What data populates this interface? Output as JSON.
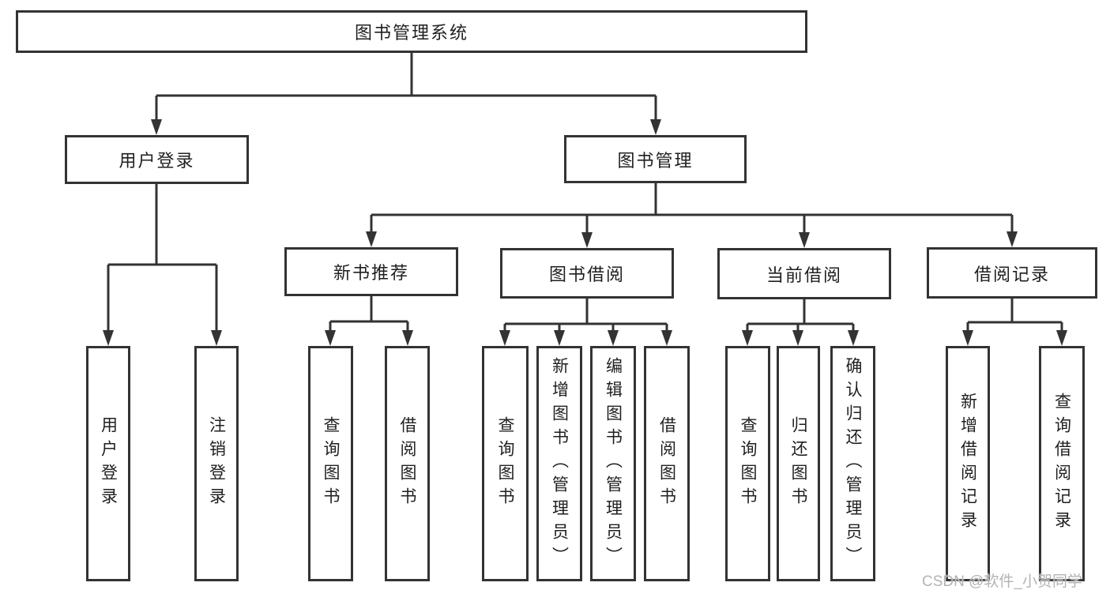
{
  "diagram": {
    "root": {
      "label": "图书管理系统"
    },
    "level1": [
      {
        "label": "用户登录"
      },
      {
        "label": "图书管理"
      }
    ],
    "level2": [
      {
        "label": "新书推荐"
      },
      {
        "label": "图书借阅"
      },
      {
        "label": "当前借阅"
      },
      {
        "label": "借阅记录"
      }
    ],
    "leaves": [
      {
        "label": "用户登录",
        "parent": "用户登录"
      },
      {
        "label": "注销登录",
        "parent": "用户登录"
      },
      {
        "label": "查询图书",
        "parent": "新书推荐"
      },
      {
        "label": "借阅图书",
        "parent": "新书推荐"
      },
      {
        "label": "查询图书",
        "parent": "图书借阅"
      },
      {
        "label": "新增图书（管理员）",
        "parent": "图书借阅"
      },
      {
        "label": "编辑图书（管理员）",
        "parent": "图书借阅"
      },
      {
        "label": "借阅图书",
        "parent": "图书借阅"
      },
      {
        "label": "查询图书",
        "parent": "当前借阅"
      },
      {
        "label": "归还图书",
        "parent": "当前借阅"
      },
      {
        "label": "确认归还（管理员）",
        "parent": "当前借阅"
      },
      {
        "label": "新增借阅记录",
        "parent": "借阅记录"
      },
      {
        "label": "查询借阅记录",
        "parent": "借阅记录"
      }
    ],
    "colors": {
      "line": "#333333",
      "box_background": "#ffffff",
      "text": "#1f1f1f",
      "watermark": "#b3b3b3"
    }
  },
  "watermark": {
    "text": "CSDN @软件_小贺同学"
  }
}
